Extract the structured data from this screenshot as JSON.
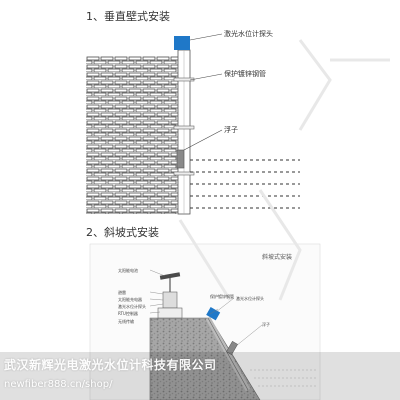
{
  "section1": {
    "title": "1、垂直壁式安装",
    "labels": {
      "sensor": "激光水位计探头",
      "pipe": "保护镀锌钢管",
      "float": "浮子"
    }
  },
  "section2": {
    "title": "2、斜坡式安装",
    "diagram_title": "斜坡式安装",
    "left_labels": [
      "太阳能电池",
      "避雷",
      "太阳能充电器",
      "激光水位计探头",
      "RTU控制器",
      "无线传输"
    ],
    "right_labels": [
      "保护镀锌钢管",
      "激光水位计探头",
      "浮子"
    ]
  },
  "watermark": {
    "company": "武汉新辉光电激光水位计科技有限公司",
    "url": "newfiber888.cn/shop/"
  },
  "colors": {
    "sensor_blue": "#1f78c8",
    "brick_line": "#555555",
    "water_line": "#333333",
    "slope_fill": "#9a9a9a"
  }
}
